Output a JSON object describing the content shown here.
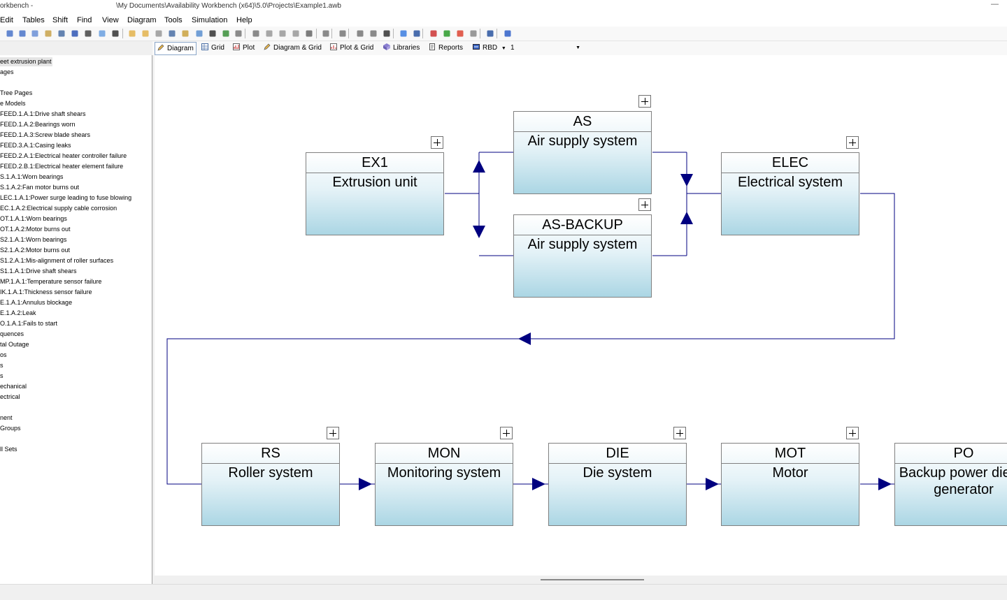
{
  "window": {
    "app_title": "orkbench -",
    "file_path": "\\My Documents\\Availability Workbench (x64)\\5.0\\Projects\\Example1.awb",
    "minimize_glyph": "—"
  },
  "menu": [
    "Edit",
    "Tables",
    "Shift",
    "Find",
    "View",
    "Diagram",
    "Tools",
    "Simulation",
    "Help"
  ],
  "toolbar": {
    "icons": [
      "up-arrow-icon",
      "tree-icon",
      "table-icon",
      "cube-icon",
      "gears-icon",
      "info-icon",
      "edit-icon",
      "clock-icon",
      "save-icon",
      "copy-icon",
      "folder-icon",
      "gear-small-icon",
      "flow-icon",
      "pencil-icon",
      "image-icon",
      "camera-icon",
      "globe-icon",
      "cursor-icon",
      "scissors-icon",
      "copy2-icon",
      "paste-icon",
      "paste2-icon",
      "delete-icon",
      "undo-icon",
      "group-icon",
      "triangle-up-icon",
      "triangle-down-icon",
      "swap-icon",
      "bulb-icon",
      "page-icon",
      "chart-icon",
      "traffic-green-icon",
      "traffic-red-icon",
      "traffic-off-icon",
      "zoom-icon",
      "help-icon"
    ]
  },
  "view_tabs": [
    {
      "label": "Diagram",
      "icon": "pencil-icon",
      "active": true
    },
    {
      "label": "Grid",
      "icon": "grid-icon",
      "active": false
    },
    {
      "label": "Plot",
      "icon": "plot-icon",
      "active": false
    },
    {
      "label": "Diagram & Grid",
      "icon": "diagram-grid-icon",
      "active": false
    },
    {
      "label": "Plot & Grid",
      "icon": "plot-grid-icon",
      "active": false
    },
    {
      "label": "Libraries",
      "icon": "library-icon",
      "active": false
    },
    {
      "label": "Reports",
      "icon": "report-icon",
      "active": false
    },
    {
      "label": "RBD",
      "icon": "rbd-icon",
      "active": false
    }
  ],
  "page_selector": {
    "value": "1"
  },
  "tree": [
    "eet extrusion plant",
    "ages",
    "",
    "Tree Pages",
    "e Models",
    "FEED.1.A.1:Drive shaft shears",
    "FEED.1.A.2:Bearings worn",
    "FEED.1.A.3:Screw blade shears",
    "FEED.3.A.1:Casing leaks",
    "FEED.2.A.1:Electrical heater controller failure",
    "FEED.2.B.1:Electrical heater element failure",
    "S.1.A.1:Worn bearings",
    "S.1.A.2:Fan motor burns out",
    "LEC.1.A.1:Power surge leading to fuse blowing",
    "EC.1.A.2:Electrical supply cable corrosion",
    "OT.1.A.1:Worn bearings",
    "OT.1.A.2:Motor burns out",
    "S2.1.A.1:Worn bearings",
    "S2.1.A.2:Motor burns out",
    "S1.2.A.1:Mis-alignment of roller surfaces",
    "S1.1.A.1:Drive shaft shears",
    "MP.1.A.1:Temperature sensor failure",
    "IK.1.A.1:Thickness sensor failure",
    "E.1.A.1:Annulus blockage",
    "E.1.A.2:Leak",
    "O.1.A.1:Fails to start",
    "quences",
    "tal Outage",
    "os",
    "s",
    "s",
    "echanical",
    "ectrical",
    "",
    "nent",
    "Groups",
    "",
    "ll Sets"
  ],
  "blocks": [
    {
      "code": "EX1",
      "desc": "Extrusion unit"
    },
    {
      "code": "AS",
      "desc": "Air supply system"
    },
    {
      "code": "AS-BACKUP",
      "desc": "Air supply system"
    },
    {
      "code": "ELEC",
      "desc": "Electrical system"
    },
    {
      "code": "RS",
      "desc": "Roller system"
    },
    {
      "code": "MON",
      "desc": "Monitoring system"
    },
    {
      "code": "DIE",
      "desc": "Die system"
    },
    {
      "code": "MOT",
      "desc": "Motor"
    },
    {
      "code": "PO",
      "desc": "Backup power diesel generator"
    }
  ],
  "colors": {
    "arrow": "#000080",
    "wire": "#000080",
    "block_gradient_end": "#abd6e4"
  }
}
